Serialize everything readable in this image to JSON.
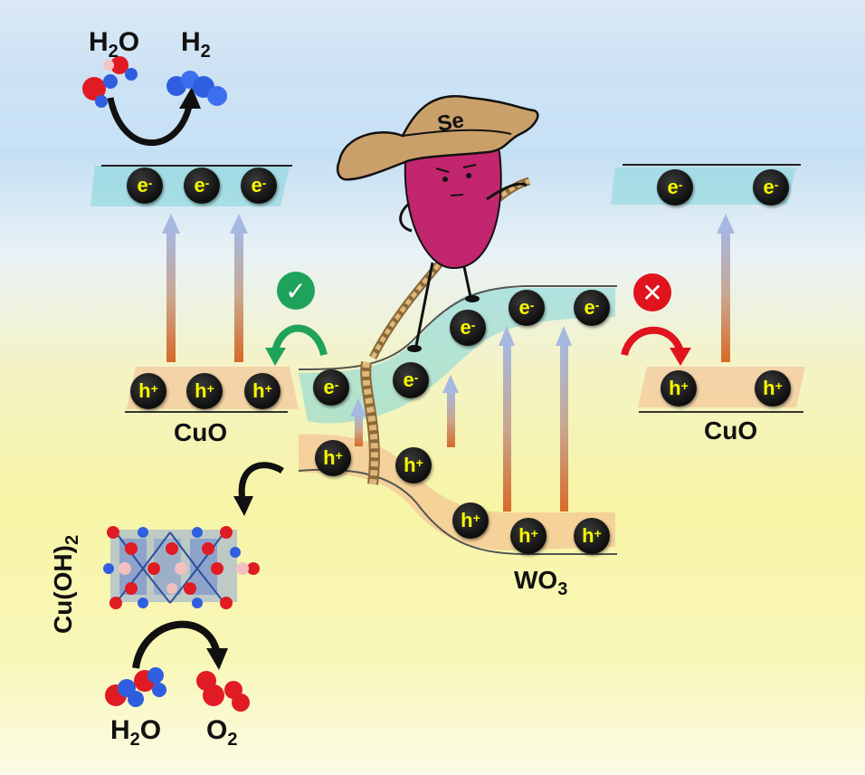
{
  "labels": {
    "h2o_top": "H",
    "h2o_top_sub": "2",
    "h2o_top_tail": "O",
    "h2_top": "H",
    "h2_top_sub": "2",
    "cuo_left": "CuO",
    "cuo_right": "CuO",
    "wo3": "WO",
    "wo3_sub": "3",
    "cuoh2_main": "Cu(OH)",
    "cuoh2_sub": "2",
    "h2o_bottom": "H",
    "h2o_bottom_sub": "2",
    "h2o_bottom_tail": "O",
    "o2_bottom": "O",
    "o2_bottom_sub": "2",
    "hat_text": "Se"
  },
  "charges": {
    "electron": "e",
    "electron_sign": "-",
    "hole": "h",
    "hole_sign": "+"
  },
  "status": {
    "allowed_symbol": "✓",
    "blocked_symbol": "✕"
  },
  "colors": {
    "charge_letter": "#f7f700",
    "allowed": "#1fa35a",
    "blocked": "#e0141e",
    "band_cb": "#7fd6d8",
    "band_vb": "#f3b48c",
    "oxygen": "#e01b24",
    "hydrogen_blue": "#2f5fe0",
    "hat": "#c9a06a",
    "character": "#c2266e"
  }
}
